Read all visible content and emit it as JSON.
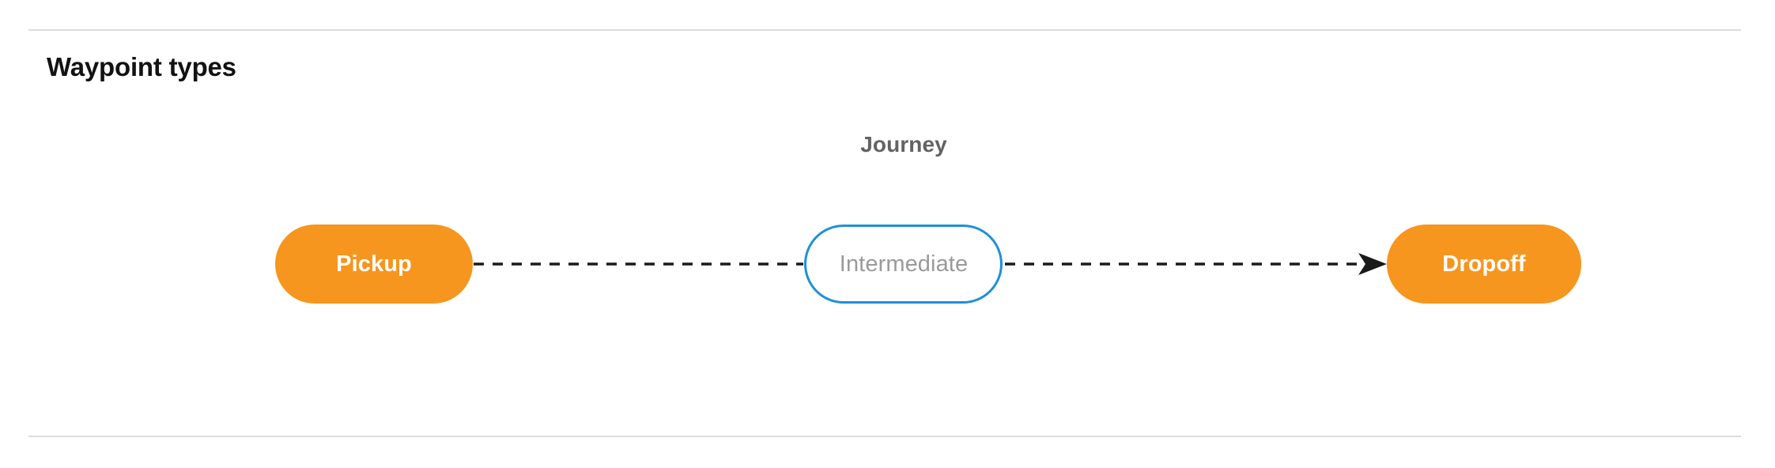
{
  "section": {
    "title": "Waypoint types"
  },
  "diagram": {
    "cluster_caption": "Journey",
    "nodes": [
      {
        "id": "pickup",
        "label": "Pickup",
        "style": "filled-orange"
      },
      {
        "id": "intermediate",
        "label": "Intermediate",
        "style": "outlined-blue"
      },
      {
        "id": "dropoff",
        "label": "Dropoff",
        "style": "filled-orange"
      }
    ],
    "edges": [
      {
        "from": "pickup",
        "to": "intermediate",
        "style": "dashed",
        "arrowhead": false
      },
      {
        "from": "intermediate",
        "to": "dropoff",
        "style": "dashed",
        "arrowhead": true
      }
    ]
  },
  "colors": {
    "node_fill_orange": "#F6961E",
    "node_border_blue": "#1F90D8",
    "node_text_light": "#FFFFFF",
    "node_text_muted": "#9A9A9A",
    "caption_text": "#636363",
    "edge_line": "#1A1A1A",
    "rule": "#DCDCDC",
    "heading_text": "#121212",
    "background": "#FFFFFF"
  }
}
